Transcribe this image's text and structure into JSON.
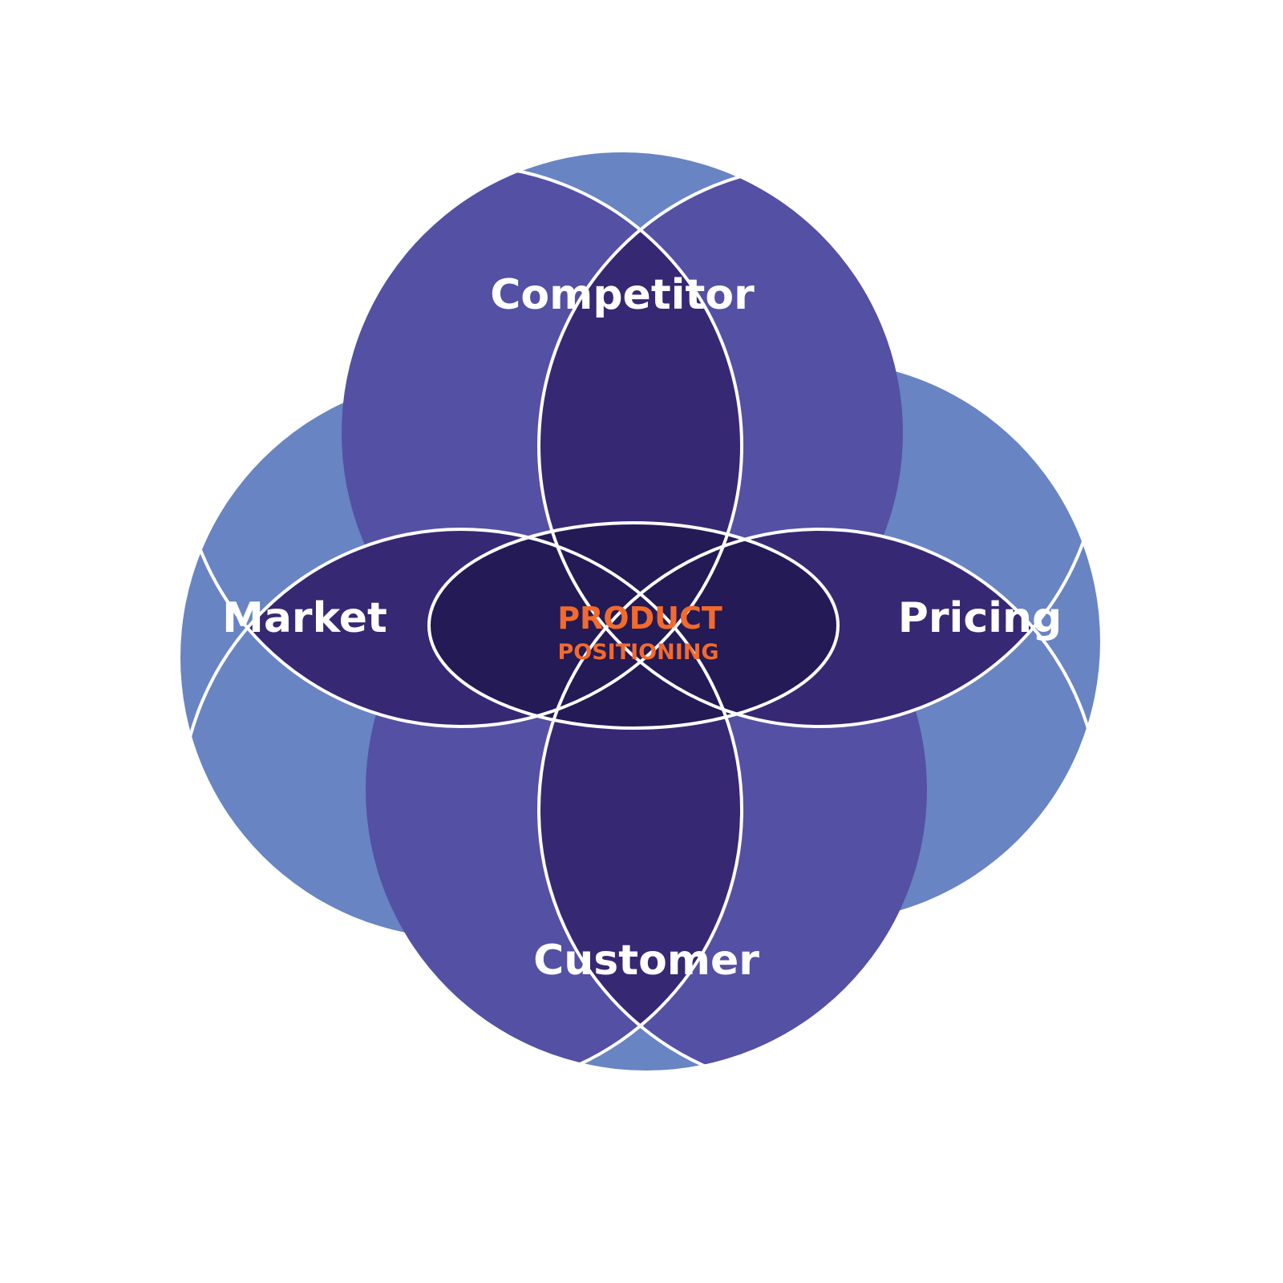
{
  "diagram": {
    "sets": [
      {
        "id": "competitor",
        "label": "Competitor"
      },
      {
        "id": "market",
        "label": "Market"
      },
      {
        "id": "pricing",
        "label": "Pricing"
      },
      {
        "id": "customer",
        "label": "Customer"
      }
    ],
    "center": {
      "line1": "PRODUCT",
      "line2": "POSITIONING"
    }
  },
  "colors": {
    "background": "#ffffff",
    "outer_circle": "#6884c2",
    "petal_overlap": "#5450a3",
    "inner_overlap": "#372873",
    "core": "#231a56",
    "outline": "#ffffff",
    "label_text": "#ffffff",
    "center_text": "#f26a2c"
  }
}
